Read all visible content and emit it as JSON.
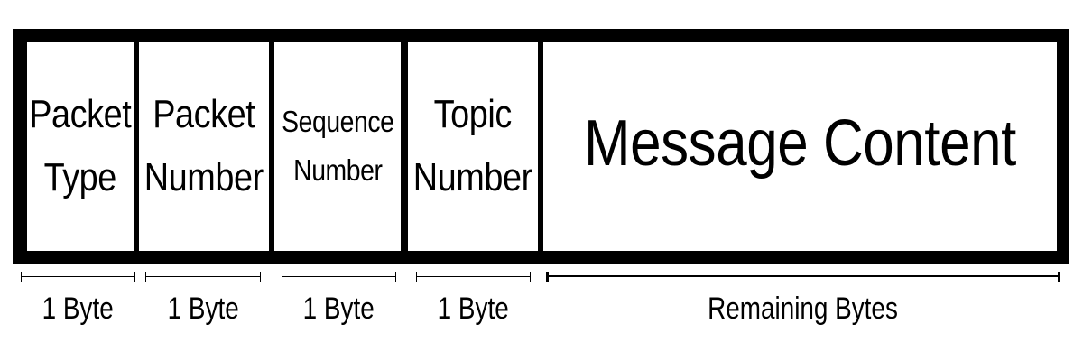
{
  "diagram": {
    "fields": [
      {
        "label": "Packet\nType"
      },
      {
        "label": "Packet\nNumber"
      },
      {
        "label": "Sequence\nNumber"
      },
      {
        "label": "Topic\nNumber"
      },
      {
        "label": "Message Content"
      }
    ],
    "sizes": [
      {
        "label": "1 Byte"
      },
      {
        "label": "1 Byte"
      },
      {
        "label": "1 Byte"
      },
      {
        "label": "1 Byte"
      },
      {
        "label": "Remaining Bytes"
      }
    ]
  }
}
